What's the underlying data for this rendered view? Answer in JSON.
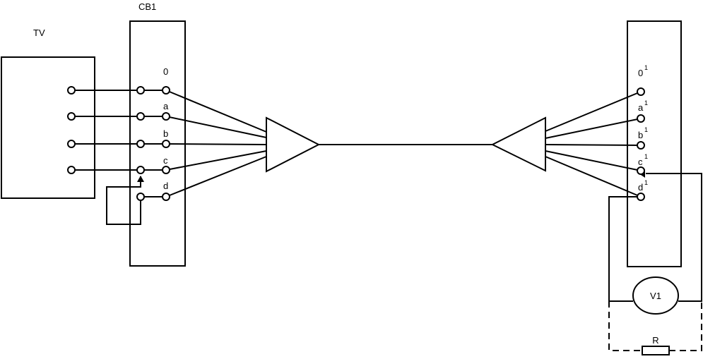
{
  "labels": {
    "tv": "TV",
    "cb1": "CB1",
    "voltmeter": "V1",
    "resistor": "R"
  },
  "left_contacts": [
    "0",
    "a",
    "b",
    "c",
    "d"
  ],
  "right_contacts": [
    {
      "base": "0",
      "sup": "1"
    },
    {
      "base": "a",
      "sup": "1"
    },
    {
      "base": "b",
      "sup": "1"
    },
    {
      "base": "c",
      "sup": "1"
    },
    {
      "base": "d",
      "sup": "1"
    }
  ],
  "colors": {
    "line": "#000000",
    "background": "#ffffff"
  }
}
